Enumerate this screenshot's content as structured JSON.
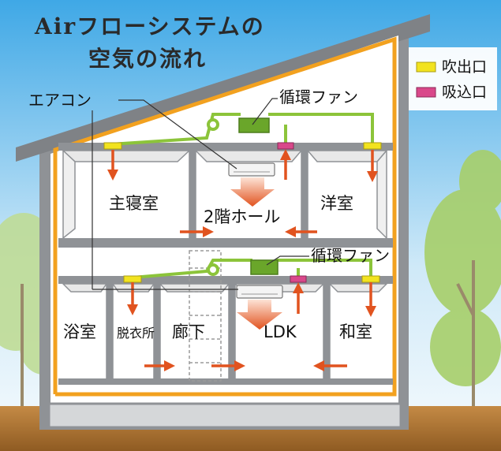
{
  "title": {
    "line1": "Airフローシステムの",
    "line2": "空気の流れ"
  },
  "legend": {
    "supply": "吹出口",
    "intake": "吸込口"
  },
  "callouts": {
    "aircon": "エアコン",
    "fan_upper": "循環ファン",
    "fan_lower": "循環ファン"
  },
  "rooms": {
    "master_bedroom": "主寝室",
    "hall_2f": "2階ホール",
    "western_room": "洋室",
    "bathroom": "浴室",
    "dressing_room": "脱衣所",
    "corridor": "廊下",
    "ldk": "LDK",
    "japanese_room": "和室"
  },
  "colors": {
    "sky": "#3fa8e6",
    "ground": "#b07a3a",
    "wall": "#8f9296",
    "roof_edge": "#f2a11f",
    "duct": "#8cc43a",
    "fan": "#6aa62a",
    "supply_vent": "#f2e31f",
    "intake_vent": "#d9488a",
    "arrow": "#e1531f"
  }
}
